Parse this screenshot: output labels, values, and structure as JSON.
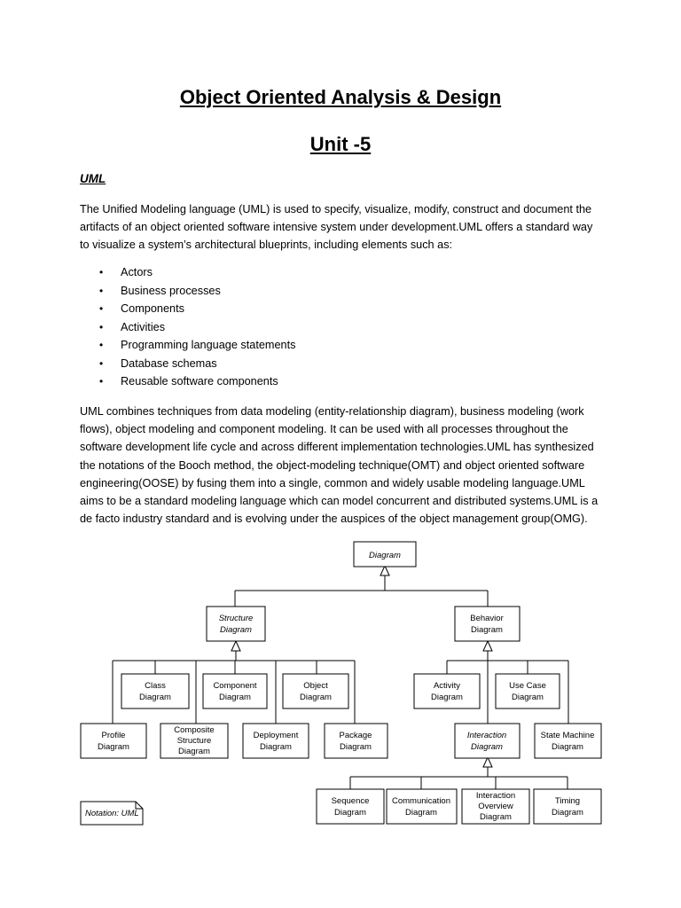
{
  "document": {
    "title": "Object Oriented Analysis & Design",
    "unit": "Unit -5",
    "section_heading": "UML",
    "intro_paragraph": "The Unified Modeling language (UML) is used to specify, visualize, modify, construct and document the artifacts of an object oriented software intensive system under development.UML offers a standard way to visualize a system’s architectural blueprints, including elements such as:",
    "bullets": [
      "Actors",
      "Business processes",
      "Components",
      "Activities",
      "Programming language statements",
      "Database schemas",
      "Reusable software components"
    ],
    "combine_paragraph": "UML combines techniques from data modeling (entity-relationship diagram), business modeling (work flows), object modeling and component modeling. It can be used with all processes throughout the software development life cycle and across different implementation technologies.UML has synthesized the notations of the Booch method, the object-modeling technique(OMT) and object oriented software engineering(OOSE) by fusing them into a single, common and widely usable modeling language.UML aims to be a standard modeling language which can model concurrent and distributed systems.UML is a de facto industry standard and is evolving under the auspices of the object management group(OMG)."
  },
  "diagram": {
    "root": "Diagram",
    "structure": [
      "Structure",
      "Diagram"
    ],
    "behavior": [
      "Behavior",
      "Diagram"
    ],
    "class": [
      "Class",
      "Diagram"
    ],
    "component": [
      "Component",
      "Diagram"
    ],
    "object": [
      "Object",
      "Diagram"
    ],
    "profile": [
      "Profile",
      "Diagram"
    ],
    "composite": [
      "Composite",
      "Structure",
      "Diagram"
    ],
    "deployment": [
      "Deployment",
      "Diagram"
    ],
    "package": [
      "Package",
      "Diagram"
    ],
    "activity": [
      "Activity",
      "Diagram"
    ],
    "usecase": [
      "Use Case",
      "Diagram"
    ],
    "interaction": [
      "Interaction",
      "Diagram"
    ],
    "statemachine": [
      "State Machine",
      "Diagram"
    ],
    "sequence": [
      "Sequence",
      "Diagram"
    ],
    "communication": [
      "Communication",
      "Diagram"
    ],
    "interaction_overview": [
      "Interaction",
      "Overview",
      "Diagram"
    ],
    "timing": [
      "Timing",
      "Diagram"
    ],
    "notation": "Notation: UML"
  }
}
